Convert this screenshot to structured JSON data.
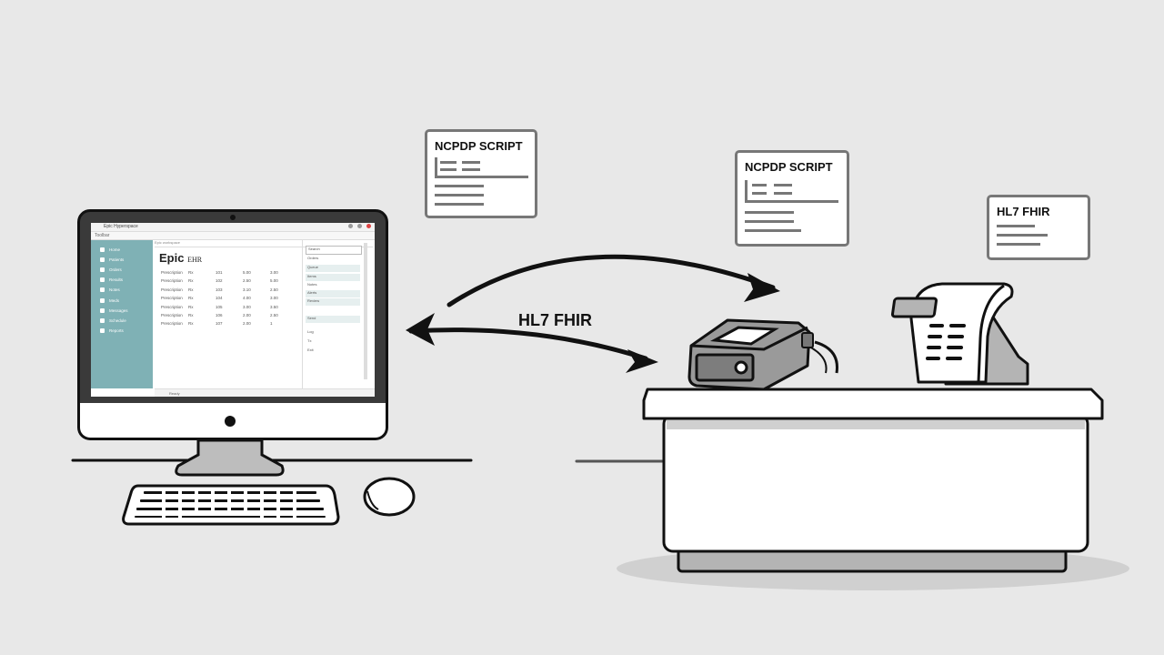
{
  "scene": {
    "title": "Pharmacy system integration illustration",
    "background": "#e8e8e8"
  },
  "monitor": {
    "app_title": "Epic EHR",
    "heading_brand": "Epic",
    "heading_suffix": "EHR",
    "window_title": "Epic Hyperspace",
    "toolbar": "Toolbar",
    "address": "Epic workspace",
    "sidebar_color": "#7fb1b5",
    "sidebar_items": [
      "Home",
      "Patients",
      "Orders",
      "Results",
      "Notes",
      "Meds",
      "Messages",
      "Schedule",
      "Reports"
    ],
    "table_rows": [
      [
        "Prescription",
        "Rx",
        "101",
        "5.00",
        "3.00"
      ],
      [
        "Prescription",
        "Rx",
        "102",
        "2.50",
        "5.00"
      ],
      [
        "Prescription",
        "Rx",
        "103",
        "3.10",
        "2.50"
      ],
      [
        "Prescription",
        "Rx",
        "104",
        "4.00",
        "3.00"
      ],
      [
        "Prescription",
        "Rx",
        "105",
        "3.00",
        "3.50"
      ],
      [
        "Prescription",
        "Rx",
        "106",
        "2.00",
        "2.50"
      ],
      [
        "Prescription",
        "Rx",
        "107",
        "2.00",
        "1"
      ]
    ],
    "right_panel": [
      "Search",
      "Orders",
      "Queue",
      "Items",
      "Notes",
      "Alerts",
      "Review",
      "",
      "Send",
      "Log",
      "Tx",
      "Exit"
    ],
    "status_bar": "Ready"
  },
  "documents": [
    {
      "title": "NCPDP SCRIPT"
    },
    {
      "title": "NCPDP SCRIPT"
    },
    {
      "title": "HL7 FHIR"
    }
  ],
  "arrow_label": "HL7 FHIR",
  "devices": {
    "left": "Pharmacy dispensing unit",
    "right": "Prescription terminal"
  },
  "icons": {
    "computer": "desktop-computer-icon",
    "keyboard": "keyboard-icon",
    "mouse": "mouse-icon",
    "counter": "pharmacy-counter-icon"
  }
}
